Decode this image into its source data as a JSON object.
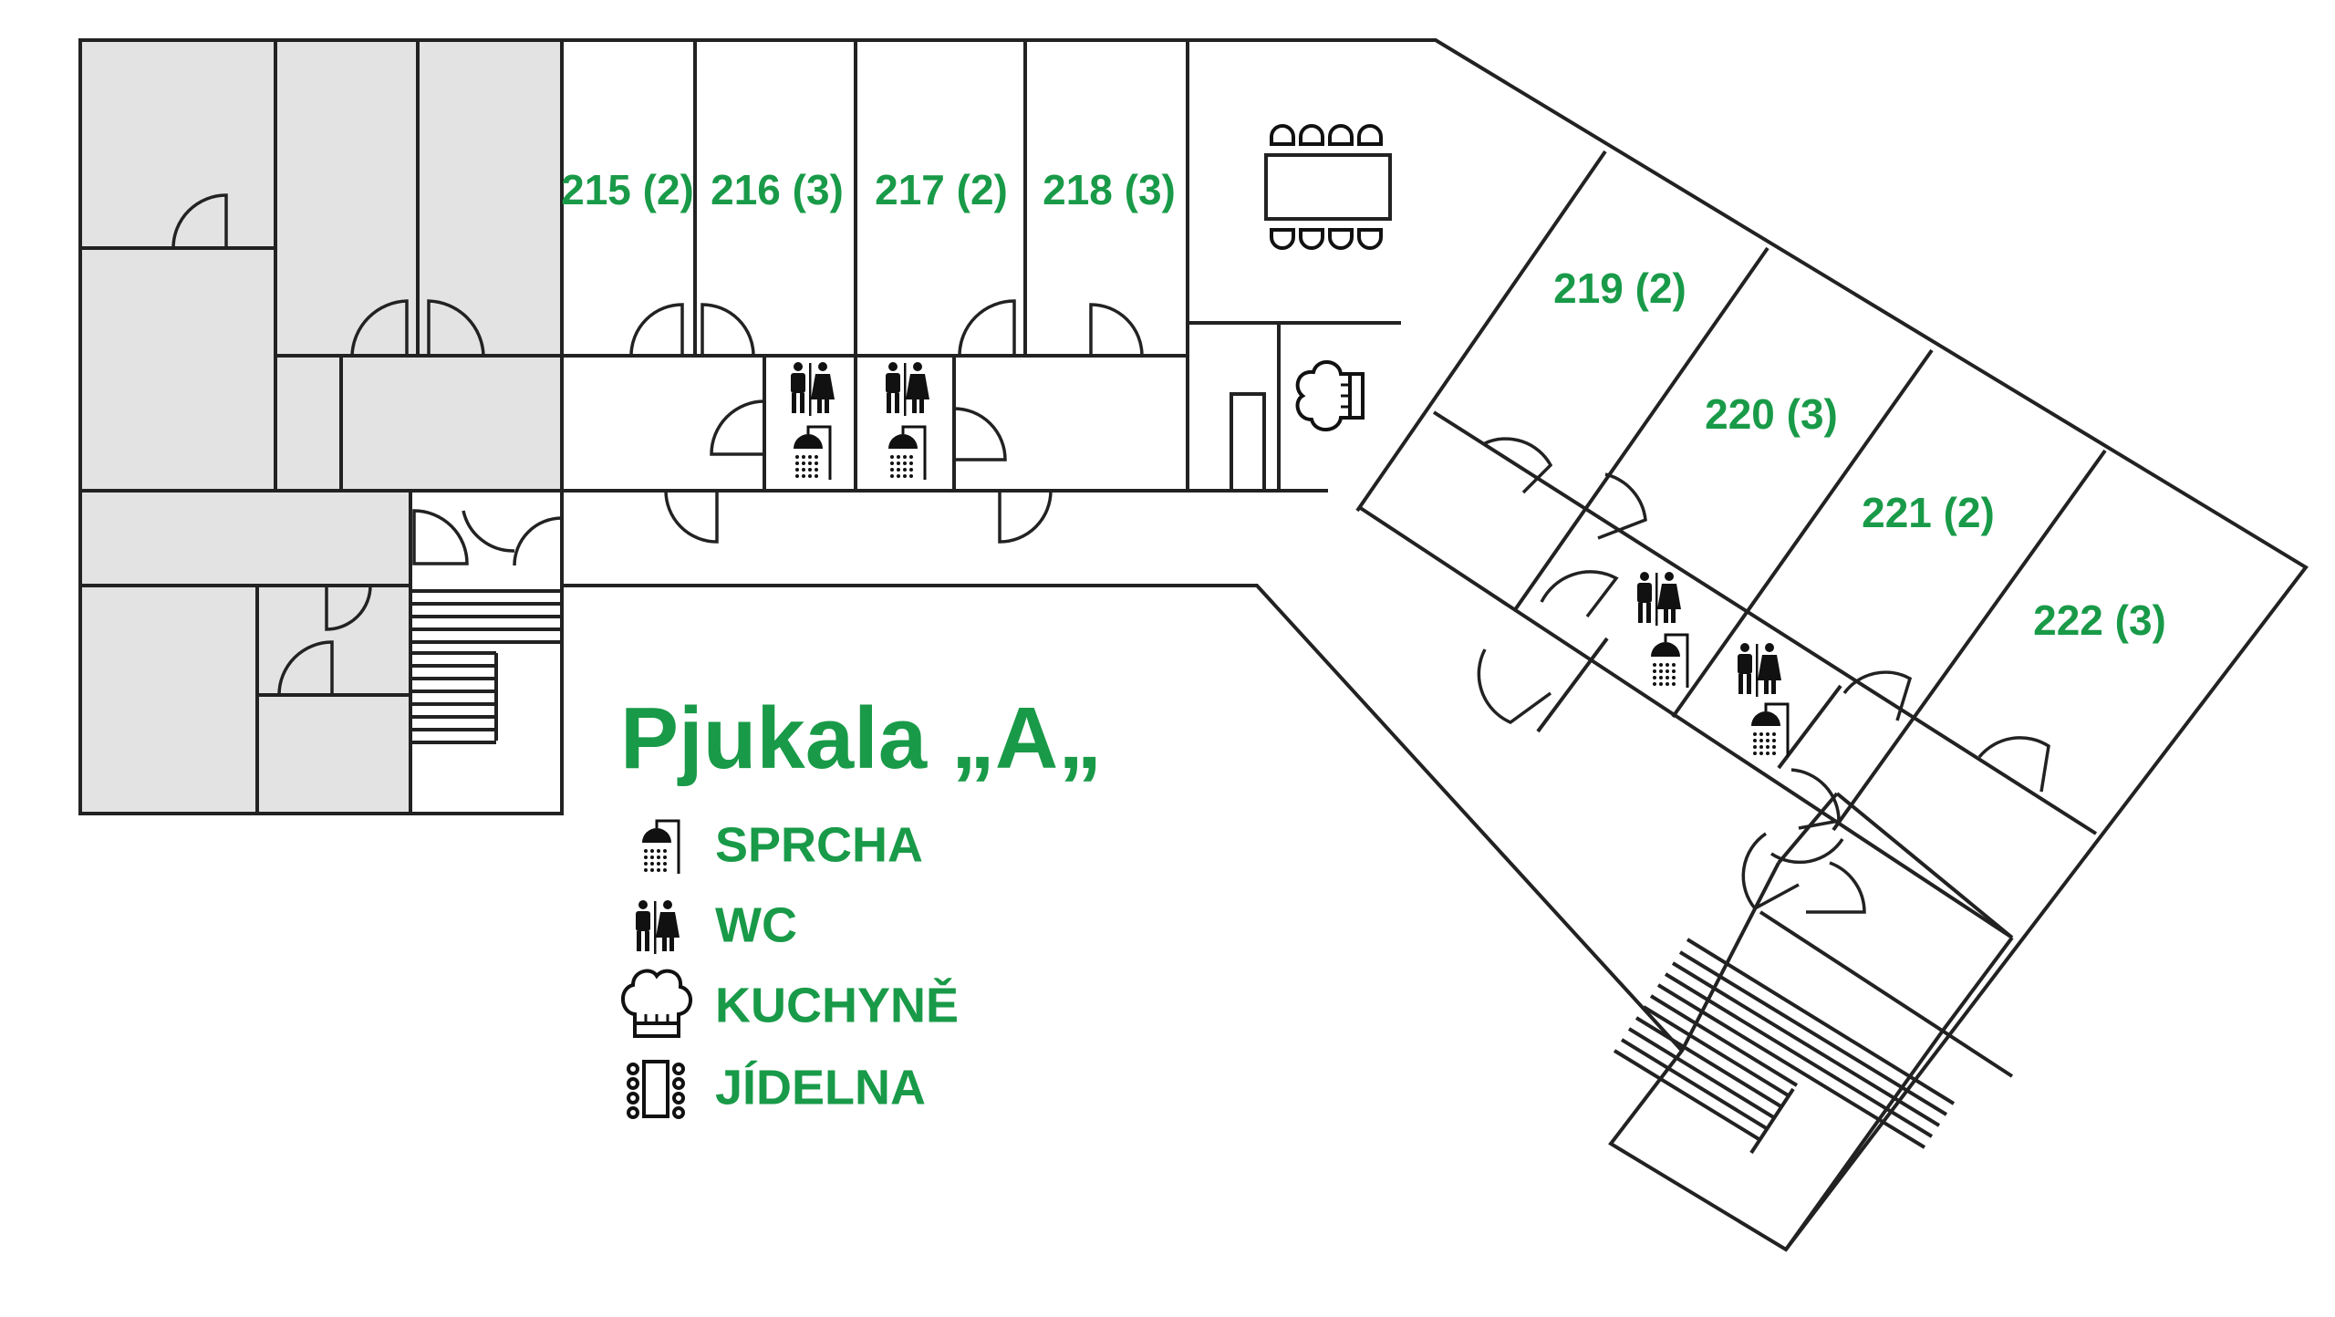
{
  "title": "Pjukala „A„",
  "colors": {
    "accent": "#199a48",
    "wall": "#222222",
    "inactive_area": "#e3e3e3"
  },
  "rooms": [
    {
      "id": "215",
      "label": "215 (2)"
    },
    {
      "id": "216",
      "label": "216 (3)"
    },
    {
      "id": "217",
      "label": "217 (2)"
    },
    {
      "id": "218",
      "label": "218 (3)"
    },
    {
      "id": "219",
      "label": "219 (2)"
    },
    {
      "id": "220",
      "label": "220 (3)"
    },
    {
      "id": "221",
      "label": "221 (2)"
    },
    {
      "id": "222",
      "label": "222 (3)"
    }
  ],
  "legend": [
    {
      "icon": "shower-icon",
      "label": "SPRCHA"
    },
    {
      "icon": "wc-icon",
      "label": "WC"
    },
    {
      "icon": "chef-hat-icon",
      "label": "KUCHYNĚ"
    },
    {
      "icon": "dining-table-icon",
      "label": "JÍDELNA"
    }
  ]
}
